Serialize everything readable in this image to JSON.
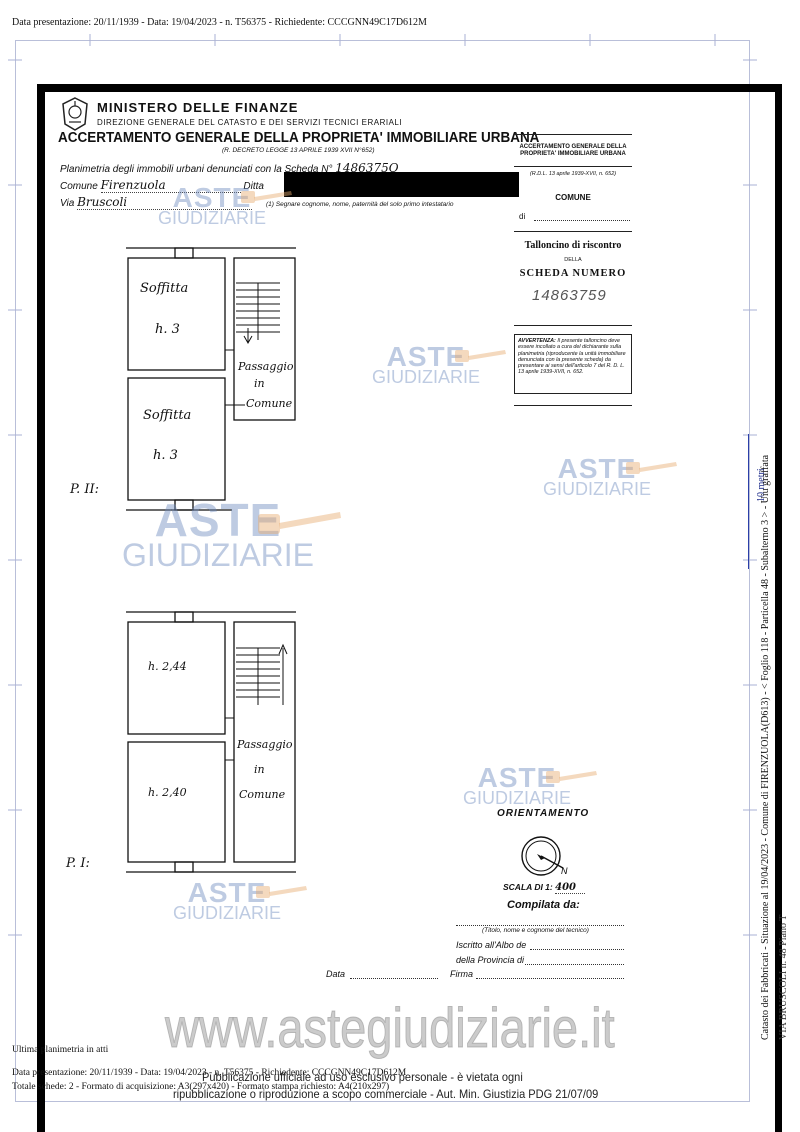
{
  "header": {
    "text": "Data presentazione: 20/11/1939 - Data: 19/04/2023 - n. T56375 - Richiedente: CCCGNN49C17D612M"
  },
  "form": {
    "ministry": "MINISTERO DELLE FINANZE",
    "direzione": "DIREZIONE GENERALE DEL CATASTO E DEI SERVIZI TECNICI ERARIALI",
    "title": "ACCERTAMENTO GENERALE DELLA PROPRIETA' IMMOBILIARE URBANA",
    "decree": "(R. DECRETO LEGGE 13 APRILE 1939 XVII N°652)",
    "planimetria_label": "Planimetria degli immobili urbani denunciati con la Scheda N°",
    "scheda_number": "1486375O",
    "comune_label": "Comune",
    "comune_value": "Firenzuola",
    "ditta_label": "Ditta",
    "via_label": "Via",
    "via_value": "Bruscoli",
    "footnote": "(1) Segnare cognome, nome, paternità del solo primo intestatario"
  },
  "talloncino": {
    "head": "ACCERTAMENTO GENERALE DELLA PROPRIETA' IMMOBILIARE URBANA",
    "rdl": "(R.D.L. 13 aprile 1939-XVII, n. 652)",
    "comune": "COMUNE",
    "di": "di",
    "title": "Talloncino di riscontro",
    "della": "DELLA",
    "scheda": "SCHEDA NUMERO",
    "number": "14863759",
    "avvertenza_title": "AVVERTENZA:",
    "avvertenza_text": "Il presente talloncino deve essere incollato a cura del dichiarante sulla planimetria (riproducente la unità immobiliare denunciata con la presente scheda) da presentare ai sensi dell'articolo 7 del R. D. L. 13 aprile 1939-XVII, n. 652."
  },
  "plans": {
    "top_floor_label": "P. II:",
    "bottom_floor_label": "P. I:",
    "rooms_top": [
      "Soffitta",
      "h. 3",
      "Soffitta",
      "h. 3"
    ],
    "stair_top": [
      "Passaggio",
      "in",
      "Comune"
    ],
    "rooms_bottom": [
      "h. 2,44",
      "h. 2,40"
    ],
    "stair_bottom": [
      "Passaggio",
      "in",
      "Comune"
    ]
  },
  "orientamento": {
    "title": "ORIENTAMENTO",
    "scala_label": "SCALA DI 1:",
    "scala_value": "400",
    "compilata": "Compilata da:",
    "titolo_note": "(Titolo, nome e cognome del tecnico)",
    "iscritto": "Iscritto all'Albo de",
    "provincia": "della Provincia di",
    "data": "Data",
    "firma": "Firma"
  },
  "watermarks": {
    "w1": "ASTE",
    "w2": "GIUDIZIARIE",
    "site": "www.astegiudiziarie.it",
    "colors": {
      "watermark": "#6e8cbe",
      "site": "#bebebe"
    }
  },
  "publication": {
    "line1": "Pubblicazione ufficiale ad uso esclusivo personale - è vietata ogni",
    "line2": "ripubblicazione o riproduzione a scopo commerciale - Aut. Min. Giustizia PDG 21/07/09"
  },
  "footer": {
    "ultima": "Ultima planimetria in atti",
    "line1": "Data presentazione: 20/11/1939 - Data: 19/04/2023 - n. T56375 - Richiedente: CCCGNN49C17D612M",
    "line2": "Totale schede: 2 - Formato di acquisizione: A3(297x420) - Formato stampa richiesto: A4(210x297)"
  },
  "side": {
    "text": "Catasto dei Fabbricati - Situazione al 19/04/2023 - Comune di FIRENZUOLA(D613) - < Foglio 118 - Particella 48 - Subalterno 3 > - Uiu graffata",
    "text2": "VIA BRUSCOLI n. 48 Piano T",
    "scale": "10 metri"
  }
}
